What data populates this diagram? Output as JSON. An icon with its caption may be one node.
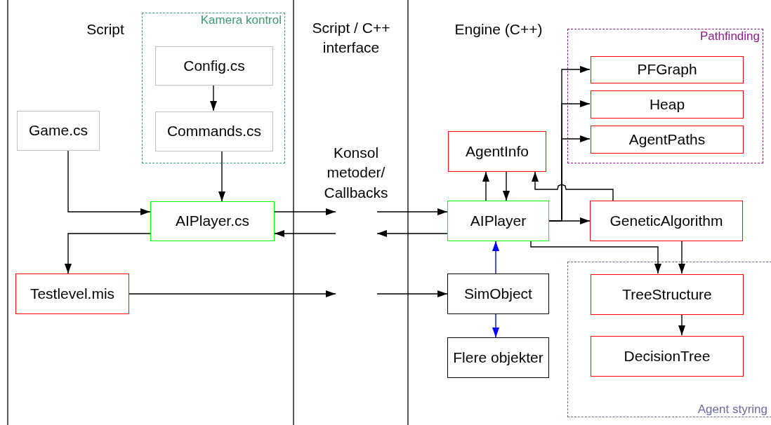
{
  "diagram": {
    "nodes": [
      {
        "text": [
          "Kamera kontrol"
        ]
      },
      {
        "text": [
          "Config.cs"
        ],
        "in": 0
      },
      {
        "text": [
          "Commands.cs"
        ],
        "in": 0
      },
      {
        "text": [
          "Game.cs"
        ]
      },
      {
        "text": [
          "AIPlayer.cs"
        ]
      },
      {
        "text": [
          "Testlevel.mis"
        ]
      },
      {
        "text": [
          "Pathfinding"
        ]
      },
      {
        "text": [
          "PFGraph"
        ],
        "in": 6
      },
      {
        "text": [
          "Heap"
        ],
        "in": 6
      },
      {
        "text": [
          "AgentPaths"
        ],
        "in": 6
      },
      {
        "text": [
          "AgentInfo"
        ]
      },
      {
        "text": [
          "AIPlayer"
        ]
      },
      {
        "text": [
          "GeneticAlgorithm"
        ]
      },
      {
        "text": [
          "Agent styring"
        ]
      },
      {
        "text": [
          "TreeStructure"
        ],
        "in": 13
      },
      {
        "text": [
          "DecisionTree"
        ],
        "in": 13
      },
      {
        "text": [
          "SimObject"
        ]
      },
      {
        "text": [
          "Flere objekter"
        ]
      }
    ],
    "edges": [
      {
        "from": 1,
        "to": 2,
        "arrow": "to"
      },
      {
        "from": 2,
        "to": 4,
        "arrow": "to"
      },
      {
        "from": 3,
        "to": 4,
        "arrow": "to"
      },
      {
        "from": 4,
        "to": 5,
        "arrow": "to"
      },
      {
        "from": 4,
        "to": null,
        "arrow": "to"
      },
      {
        "from": null,
        "to": 11,
        "arrow": "to"
      },
      {
        "from": 11,
        "to": null,
        "arrow": "to"
      },
      {
        "from": null,
        "to": 4,
        "arrow": "to"
      },
      {
        "from": 5,
        "to": null,
        "arrow": "to"
      },
      {
        "from": null,
        "to": 16,
        "arrow": "to"
      },
      {
        "from": 11,
        "to": 10,
        "arrow": "to"
      },
      {
        "from": 10,
        "to": 11,
        "arrow": "to"
      },
      {
        "from": 11,
        "to": 12,
        "arrow": "to"
      },
      {
        "from": 11,
        "to": 7,
        "arrow": "to"
      },
      {
        "from": 11,
        "to": 8,
        "arrow": "to"
      },
      {
        "from": 11,
        "to": 9,
        "arrow": "to"
      },
      {
        "from": 12,
        "to": 10,
        "arrow": "to"
      },
      {
        "from": 11,
        "to": 14,
        "arrow": "to"
      },
      {
        "from": 12,
        "to": 14,
        "arrow": "to"
      },
      {
        "from": 14,
        "to": 15,
        "arrow": "to"
      },
      {
        "from": 16,
        "to": 11,
        "arrow": "to",
        "color": "#0000ff"
      },
      {
        "from": 16,
        "to": 17,
        "arrow": "to",
        "color": "#0000ff"
      }
    ],
    "labels": [
      "Script",
      "Script / C++ interface",
      "Engine (C++)",
      "Konsol metoder/ Callbacks"
    ]
  }
}
